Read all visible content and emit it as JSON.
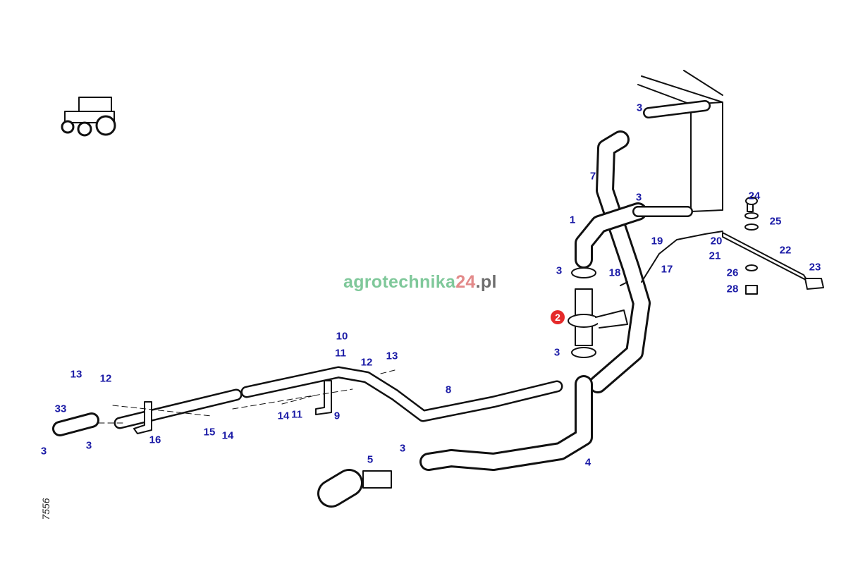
{
  "watermark": {
    "part1": "agrotechnika",
    "part2": "24",
    "part3": ".pl",
    "colors": [
      "#7fc89a",
      "#e38a8a",
      "#6e6e6e"
    ]
  },
  "drawing_number": "7556",
  "highlighted_label": "2",
  "labels": [
    "3",
    "7",
    "3",
    "1",
    "24",
    "25",
    "19",
    "20",
    "21",
    "22",
    "17",
    "23",
    "3",
    "18",
    "26",
    "28",
    "10",
    "11",
    "3",
    "13",
    "12",
    "8",
    "13",
    "12",
    "33",
    "14",
    "11",
    "9",
    "15",
    "14",
    "16",
    "3",
    "3",
    "3",
    "5",
    "4"
  ]
}
